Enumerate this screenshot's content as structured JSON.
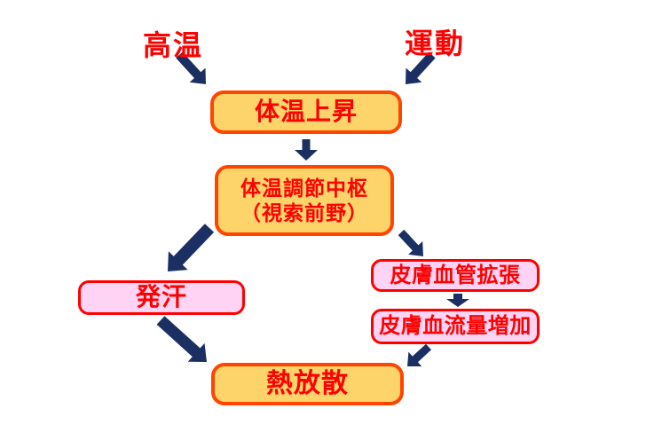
{
  "colors": {
    "background": "#FFFFFF",
    "gold_fill": "#FCD469",
    "gold_border": "#FF4500",
    "pink_fill": "#FFD3F3",
    "pink_border": "#FF0000",
    "text_red": "#FF0000",
    "arrow_navy": "#1B2F63"
  },
  "labels": {
    "heat": "高温",
    "exercise": "運動"
  },
  "nodes": {
    "temp_rise": {
      "label": "体温上昇"
    },
    "center": {
      "line1": "体温調節中枢",
      "line2": "（視索前野）"
    },
    "sweating": {
      "label": "発汗"
    },
    "vasodilation": {
      "label": "皮膚血管拡張"
    },
    "blood_flow": {
      "label": "皮膚血流量増加"
    },
    "dissipation": {
      "label": "熱放散"
    }
  },
  "edges": [
    {
      "id": "heat_to_temp_rise",
      "from": "heat",
      "to": "temp_rise"
    },
    {
      "id": "exercise_to_temp_rise",
      "from": "exercise",
      "to": "temp_rise"
    },
    {
      "id": "temp_rise_to_center",
      "from": "temp_rise",
      "to": "center"
    },
    {
      "id": "center_to_sweating",
      "from": "center",
      "to": "sweating"
    },
    {
      "id": "center_to_vasodilation",
      "from": "center",
      "to": "vasodilation"
    },
    {
      "id": "sweating_to_dissipation",
      "from": "sweating",
      "to": "dissipation"
    },
    {
      "id": "vasodilation_to_blood_flow",
      "from": "vasodilation",
      "to": "blood_flow"
    },
    {
      "id": "blood_flow_to_dissipation",
      "from": "blood_flow",
      "to": "dissipation"
    }
  ]
}
